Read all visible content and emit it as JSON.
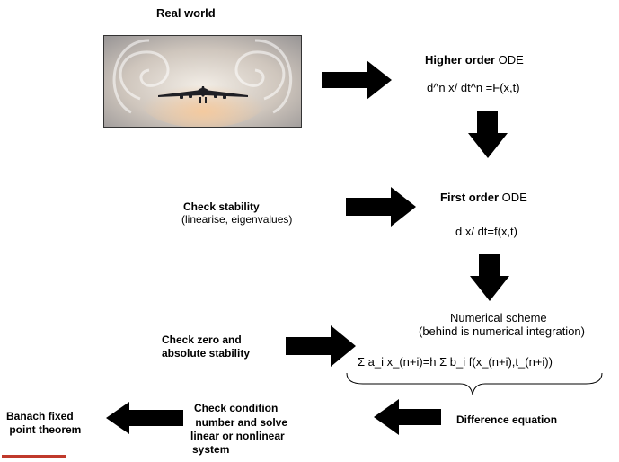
{
  "real_world": "Real world",
  "higher_order": {
    "bold": "Higher order",
    "rest": " ODE",
    "equation": "d^n x/ dt^n =F(x,t)"
  },
  "first_order": {
    "bold": "First order",
    "rest": " ODE",
    "equation": "d x/ dt=f(x,t)"
  },
  "check_stability": {
    "line1": "Check stability",
    "line2": "(linearise, eigenvalues)"
  },
  "numerical_scheme": {
    "line1": "Numerical scheme",
    "line2": "(behind is numerical integration)",
    "equation": "Σ a_i x_(n+i)=h Σ b_i f(x_(n+i),t_(n+i))"
  },
  "check_zero": {
    "line1": "Check zero and",
    "line2": "absolute stability"
  },
  "difference_equation": "Difference equation",
  "check_condition": {
    "line1": "Check condition",
    "line2": " number and solve",
    "line3": "linear or nonlinear",
    "line4": "system"
  },
  "banach": {
    "line1": "Banach fixed",
    "line2": " point theorem"
  },
  "photo": {
    "subject": "airliner-flying-through-wingtip-vortices",
    "sky_color": "#c9c4c0"
  },
  "colors": {
    "arrow": "#000000",
    "accent_bar": "#c0392b"
  }
}
